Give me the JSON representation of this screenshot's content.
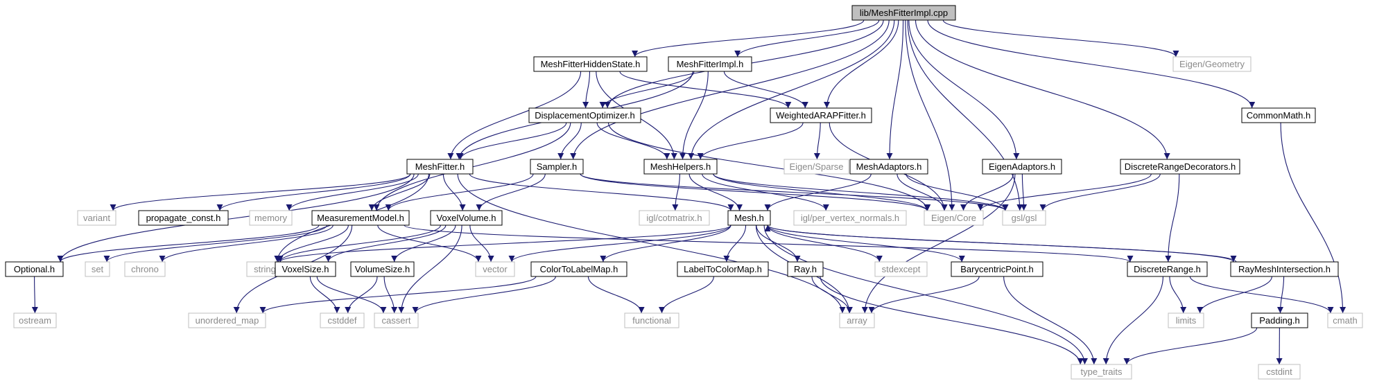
{
  "diagram": {
    "colors": {
      "edge": "#191970",
      "root_fill": "#bfbfbf",
      "internal_border": "#000000",
      "external_border": "#bfbfbf",
      "external_text": "#8a8a8a"
    },
    "nodes": [
      {
        "id": "MeshFitterImpl.cpp",
        "label": "lib/MeshFitterImpl.cpp",
        "kind": "root"
      },
      {
        "id": "MeshFitterHiddenState.h",
        "label": "MeshFitterHiddenState.h",
        "kind": "internal"
      },
      {
        "id": "MeshFitterImpl.h",
        "label": "MeshFitterImpl.h",
        "kind": "internal"
      },
      {
        "id": "Eigen/Geometry",
        "label": "Eigen/Geometry",
        "kind": "external"
      },
      {
        "id": "DisplacementOptimizer.h",
        "label": "DisplacementOptimizer.h",
        "kind": "internal"
      },
      {
        "id": "WeightedARAPFitter.h",
        "label": "WeightedARAPFitter.h",
        "kind": "internal"
      },
      {
        "id": "CommonMath.h",
        "label": "CommonMath.h",
        "kind": "internal"
      },
      {
        "id": "MeshFitter.h",
        "label": "MeshFitter.h",
        "kind": "internal"
      },
      {
        "id": "Sampler.h",
        "label": "Sampler.h",
        "kind": "internal"
      },
      {
        "id": "MeshHelpers.h",
        "label": "MeshHelpers.h",
        "kind": "internal"
      },
      {
        "id": "Eigen/Sparse",
        "label": "Eigen/Sparse",
        "kind": "external"
      },
      {
        "id": "MeshAdaptors.h",
        "label": "MeshAdaptors.h",
        "kind": "internal"
      },
      {
        "id": "EigenAdaptors.h",
        "label": "EigenAdaptors.h",
        "kind": "internal"
      },
      {
        "id": "DiscreteRangeDecorators.h",
        "label": "DiscreteRangeDecorators.h",
        "kind": "internal"
      },
      {
        "id": "variant",
        "label": "variant",
        "kind": "external"
      },
      {
        "id": "propagate_const.h",
        "label": "propagate_const.h",
        "kind": "internal"
      },
      {
        "id": "memory",
        "label": "memory",
        "kind": "external"
      },
      {
        "id": "MeasurementModel.h",
        "label": "MeasurementModel.h",
        "kind": "internal"
      },
      {
        "id": "VoxelVolume.h",
        "label": "VoxelVolume.h",
        "kind": "internal"
      },
      {
        "id": "igl/cotmatrix.h",
        "label": "igl/cotmatrix.h",
        "kind": "external"
      },
      {
        "id": "Mesh.h",
        "label": "Mesh.h",
        "kind": "internal"
      },
      {
        "id": "igl/per_vertex_normals.h",
        "label": "igl/per_vertex_normals.h",
        "kind": "external"
      },
      {
        "id": "Eigen/Core",
        "label": "Eigen/Core",
        "kind": "external"
      },
      {
        "id": "gsl/gsl",
        "label": "gsl/gsl",
        "kind": "external"
      },
      {
        "id": "Optional.h",
        "label": "Optional.h",
        "kind": "internal"
      },
      {
        "id": "set",
        "label": "set",
        "kind": "external"
      },
      {
        "id": "chrono",
        "label": "chrono",
        "kind": "external"
      },
      {
        "id": "string",
        "label": "string",
        "kind": "external"
      },
      {
        "id": "VoxelSize.h",
        "label": "VoxelSize.h",
        "kind": "internal"
      },
      {
        "id": "VolumeSize.h",
        "label": "VolumeSize.h",
        "kind": "internal"
      },
      {
        "id": "vector",
        "label": "vector",
        "kind": "external"
      },
      {
        "id": "ColorToLabelMap.h",
        "label": "ColorToLabelMap.h",
        "kind": "internal"
      },
      {
        "id": "LabelToColorMap.h",
        "label": "LabelToColorMap.h",
        "kind": "internal"
      },
      {
        "id": "Ray.h",
        "label": "Ray.h",
        "kind": "internal"
      },
      {
        "id": "stdexcept",
        "label": "stdexcept",
        "kind": "external"
      },
      {
        "id": "BarycentricPoint.h",
        "label": "BarycentricPoint.h",
        "kind": "internal"
      },
      {
        "id": "DiscreteRange.h",
        "label": "DiscreteRange.h",
        "kind": "internal"
      },
      {
        "id": "RayMeshIntersection.h",
        "label": "RayMeshIntersection.h",
        "kind": "internal"
      },
      {
        "id": "ostream",
        "label": "ostream",
        "kind": "external"
      },
      {
        "id": "unordered_map",
        "label": "unordered_map",
        "kind": "external"
      },
      {
        "id": "cstddef",
        "label": "cstddef",
        "kind": "external"
      },
      {
        "id": "cassert",
        "label": "cassert",
        "kind": "external"
      },
      {
        "id": "functional",
        "label": "functional",
        "kind": "external"
      },
      {
        "id": "array",
        "label": "array",
        "kind": "external"
      },
      {
        "id": "limits",
        "label": "limits",
        "kind": "external"
      },
      {
        "id": "cmath",
        "label": "cmath",
        "kind": "external"
      },
      {
        "id": "Padding.h",
        "label": "Padding.h",
        "kind": "internal"
      },
      {
        "id": "type_traits",
        "label": "type_traits",
        "kind": "external"
      },
      {
        "id": "cstdint",
        "label": "cstdint",
        "kind": "external"
      }
    ],
    "edges": [
      [
        "MeshFitterImpl.cpp",
        "MeshFitterHiddenState.h"
      ],
      [
        "MeshFitterImpl.cpp",
        "MeshFitterImpl.h"
      ],
      [
        "MeshFitterImpl.cpp",
        "Eigen/Geometry"
      ],
      [
        "MeshFitterImpl.cpp",
        "CommonMath.h"
      ],
      [
        "MeshFitterImpl.cpp",
        "DisplacementOptimizer.h"
      ],
      [
        "MeshFitterImpl.cpp",
        "WeightedARAPFitter.h"
      ],
      [
        "MeshFitterImpl.cpp",
        "Sampler.h"
      ],
      [
        "MeshFitterImpl.cpp",
        "MeshHelpers.h"
      ],
      [
        "MeshFitterImpl.cpp",
        "MeshAdaptors.h"
      ],
      [
        "MeshFitterImpl.cpp",
        "EigenAdaptors.h"
      ],
      [
        "MeshFitterImpl.cpp",
        "DiscreteRangeDecorators.h"
      ],
      [
        "MeshFitterImpl.cpp",
        "Eigen/Core"
      ],
      [
        "MeshFitterImpl.cpp",
        "gsl/gsl"
      ],
      [
        "MeshFitterHiddenState.h",
        "DisplacementOptimizer.h"
      ],
      [
        "MeshFitterHiddenState.h",
        "WeightedARAPFitter.h"
      ],
      [
        "MeshFitterHiddenState.h",
        "MeshFitter.h"
      ],
      [
        "MeshFitterHiddenState.h",
        "MeshHelpers.h"
      ],
      [
        "MeshFitterImpl.h",
        "DisplacementOptimizer.h"
      ],
      [
        "MeshFitterImpl.h",
        "WeightedARAPFitter.h"
      ],
      [
        "MeshFitterImpl.h",
        "MeshFitter.h"
      ],
      [
        "MeshFitterImpl.h",
        "MeshHelpers.h"
      ],
      [
        "DisplacementOptimizer.h",
        "MeshFitter.h"
      ],
      [
        "DisplacementOptimizer.h",
        "Sampler.h"
      ],
      [
        "DisplacementOptimizer.h",
        "MeshHelpers.h"
      ],
      [
        "DisplacementOptimizer.h",
        "MeasurementModel.h"
      ],
      [
        "DisplacementOptimizer.h",
        "Eigen/Core"
      ],
      [
        "WeightedARAPFitter.h",
        "MeshHelpers.h"
      ],
      [
        "WeightedARAPFitter.h",
        "Eigen/Sparse"
      ],
      [
        "WeightedARAPFitter.h",
        "Eigen/Core"
      ],
      [
        "CommonMath.h",
        "cmath"
      ],
      [
        "MeshFitter.h",
        "variant"
      ],
      [
        "MeshFitter.h",
        "propagate_const.h"
      ],
      [
        "MeshFitter.h",
        "memory"
      ],
      [
        "MeshFitter.h",
        "MeasurementModel.h"
      ],
      [
        "MeshFitter.h",
        "VoxelVolume.h"
      ],
      [
        "MeshFitter.h",
        "Mesh.h"
      ],
      [
        "MeshFitter.h",
        "Optional.h"
      ],
      [
        "MeshFitter.h",
        "string"
      ],
      [
        "MeshFitter.h",
        "array"
      ],
      [
        "Sampler.h",
        "MeasurementModel.h"
      ],
      [
        "Sampler.h",
        "VoxelVolume.h"
      ],
      [
        "Sampler.h",
        "Eigen/Core"
      ],
      [
        "Sampler.h",
        "gsl/gsl"
      ],
      [
        "MeshHelpers.h",
        "igl/cotmatrix.h"
      ],
      [
        "MeshHelpers.h",
        "Mesh.h"
      ],
      [
        "MeshHelpers.h",
        "igl/per_vertex_normals.h"
      ],
      [
        "MeshHelpers.h",
        "Eigen/Core"
      ],
      [
        "MeshHelpers.h",
        "gsl/gsl"
      ],
      [
        "MeshAdaptors.h",
        "Mesh.h"
      ],
      [
        "MeshAdaptors.h",
        "Eigen/Core"
      ],
      [
        "MeshAdaptors.h",
        "gsl/gsl"
      ],
      [
        "EigenAdaptors.h",
        "Eigen/Core"
      ],
      [
        "EigenAdaptors.h",
        "gsl/gsl"
      ],
      [
        "EigenAdaptors.h",
        "array"
      ],
      [
        "DiscreteRangeDecorators.h",
        "Eigen/Core"
      ],
      [
        "DiscreteRangeDecorators.h",
        "gsl/gsl"
      ],
      [
        "DiscreteRangeDecorators.h",
        "DiscreteRange.h"
      ],
      [
        "MeasurementModel.h",
        "Optional.h"
      ],
      [
        "MeasurementModel.h",
        "set"
      ],
      [
        "MeasurementModel.h",
        "chrono"
      ],
      [
        "MeasurementModel.h",
        "string"
      ],
      [
        "MeasurementModel.h",
        "unordered_map"
      ],
      [
        "MeasurementModel.h",
        "vector"
      ],
      [
        "MeasurementModel.h",
        "DiscreteRange.h"
      ],
      [
        "VoxelVolume.h",
        "string"
      ],
      [
        "VoxelVolume.h",
        "VoxelSize.h"
      ],
      [
        "VoxelVolume.h",
        "VolumeSize.h"
      ],
      [
        "VoxelVolume.h",
        "vector"
      ],
      [
        "VoxelVolume.h",
        "cassert"
      ],
      [
        "Mesh.h",
        "string"
      ],
      [
        "Mesh.h",
        "vector"
      ],
      [
        "Mesh.h",
        "ColorToLabelMap.h"
      ],
      [
        "Mesh.h",
        "LabelToColorMap.h"
      ],
      [
        "Mesh.h",
        "Ray.h"
      ],
      [
        "Mesh.h",
        "stdexcept"
      ],
      [
        "Mesh.h",
        "BarycentricPoint.h"
      ],
      [
        "Mesh.h",
        "RayMeshIntersection.h"
      ],
      [
        "Mesh.h",
        "array"
      ],
      [
        "Mesh.h",
        "type_traits"
      ],
      [
        "Optional.h",
        "ostream"
      ],
      [
        "VoxelSize.h",
        "cstddef"
      ],
      [
        "VoxelSize.h",
        "cassert"
      ],
      [
        "VolumeSize.h",
        "cstddef"
      ],
      [
        "VolumeSize.h",
        "cassert"
      ],
      [
        "ColorToLabelMap.h",
        "unordered_map"
      ],
      [
        "ColorToLabelMap.h",
        "cassert"
      ],
      [
        "ColorToLabelMap.h",
        "functional"
      ],
      [
        "LabelToColorMap.h",
        "functional"
      ],
      [
        "Ray.h",
        "array"
      ],
      [
        "Ray.h",
        "type_traits"
      ],
      [
        "BarycentricPoint.h",
        "array"
      ],
      [
        "BarycentricPoint.h",
        "type_traits"
      ],
      [
        "DiscreteRange.h",
        "limits"
      ],
      [
        "DiscreteRange.h",
        "cmath"
      ],
      [
        "DiscreteRange.h",
        "type_traits"
      ],
      [
        "RayMeshIntersection.h",
        "Mesh.h"
      ],
      [
        "RayMeshIntersection.h",
        "limits"
      ],
      [
        "RayMeshIntersection.h",
        "Padding.h"
      ],
      [
        "Padding.h",
        "type_traits"
      ],
      [
        "Padding.h",
        "cstdint"
      ]
    ]
  }
}
